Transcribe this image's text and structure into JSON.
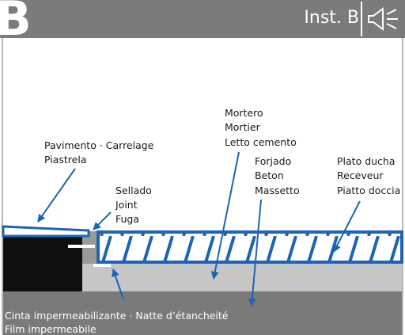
{
  "header": {
    "letter": "B",
    "title": "Inst. B",
    "icon": "loudspeaker-icon"
  },
  "colors": {
    "header_bg": "#7b7b7b",
    "blue": "#1e64b4",
    "slab": "#7a7a7a",
    "screed": "#c6c6c6",
    "black": "#101010"
  },
  "labels": {
    "pavimento": [
      "Pavimento · Carrelage",
      "Piastrela"
    ],
    "sellado": [
      "Sellado",
      "Joint",
      "Fuga"
    ],
    "mortero": [
      "Mortero",
      "Mortier",
      "Letto cemento"
    ],
    "forjado": [
      "Forjado",
      "Beton",
      "Massetto"
    ],
    "plato": [
      "Plato ducha",
      "Receveur",
      "Piatto doccia"
    ],
    "cinta": [
      "Cinta impermeabilizante · Natte d’étancheité",
      "Film impermeabile"
    ]
  }
}
